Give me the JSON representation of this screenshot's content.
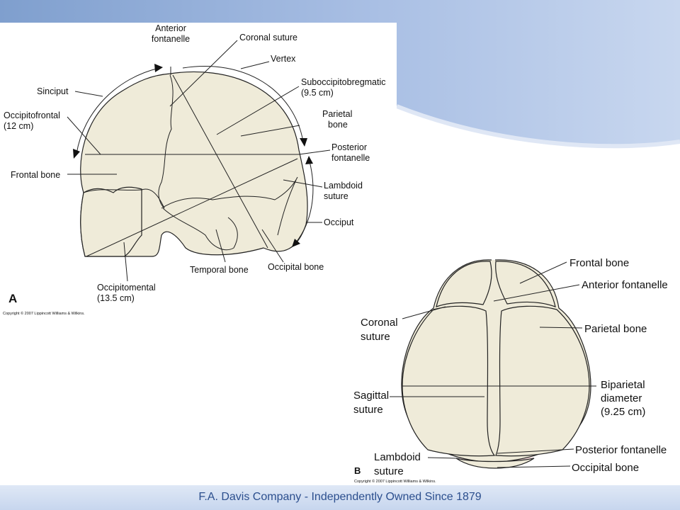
{
  "panel_a": {
    "letter": "A",
    "copyright": "Copyright © 2007 Lippincott Williams & Wilkins.",
    "labels": {
      "anterior_fontanelle_1": "Anterior",
      "anterior_fontanelle_2": "fontanelle",
      "coronal_suture": "Coronal suture",
      "vertex": "Vertex",
      "suboccipitobregmatic_1": "Suboccipitobregmatic",
      "suboccipitobregmatic_2": "(9.5 cm)",
      "sinciput": "Sinciput",
      "occipitofrontal_1": "Occipitofrontal",
      "occipitofrontal_2": "(12 cm)",
      "parietal_bone_1": "Parietal",
      "parietal_bone_2": "bone",
      "posterior_fontanelle_1": "Posterior",
      "posterior_fontanelle_2": "fontanelle",
      "frontal_bone": "Frontal bone",
      "lambdoid_suture_1": "Lambdoid",
      "lambdoid_suture_2": "suture",
      "occiput": "Occiput",
      "temporal_bone": "Temporal bone",
      "occipital_bone": "Occipital bone",
      "occipitomental_1": "Occipitomental",
      "occipitomental_2": "(13.5 cm)"
    }
  },
  "panel_b": {
    "letter": "B",
    "copyright": "Copyright © 2007 Lippincott Williams & Wilkins.",
    "labels": {
      "frontal_bone": "Frontal bone",
      "anterior_fontanelle": "Anterior fontanelle",
      "coronal_suture_1": "Coronal",
      "coronal_suture_2": "suture",
      "parietal_bone": "Parietal bone",
      "sagittal_suture_1": "Sagittal",
      "sagittal_suture_2": "suture",
      "biparietal_1": "Biparietal",
      "biparietal_2": "diameter",
      "biparietal_3": "(9.25 cm)",
      "lambdoid_suture_1": "Lambdoid",
      "lambdoid_suture_2": "suture",
      "posterior_fontanelle": "Posterior fontanelle",
      "occipital_bone": "Occipital bone"
    }
  },
  "footer": {
    "text": "F.A. Davis Company - Independently Owned Since 1879"
  },
  "colors": {
    "accent_blue": "#8fb0e0",
    "footer_text": "#2c4f8e",
    "bone_fill": "#efebd9",
    "fontanelle_fill": "#f7dcdc"
  }
}
